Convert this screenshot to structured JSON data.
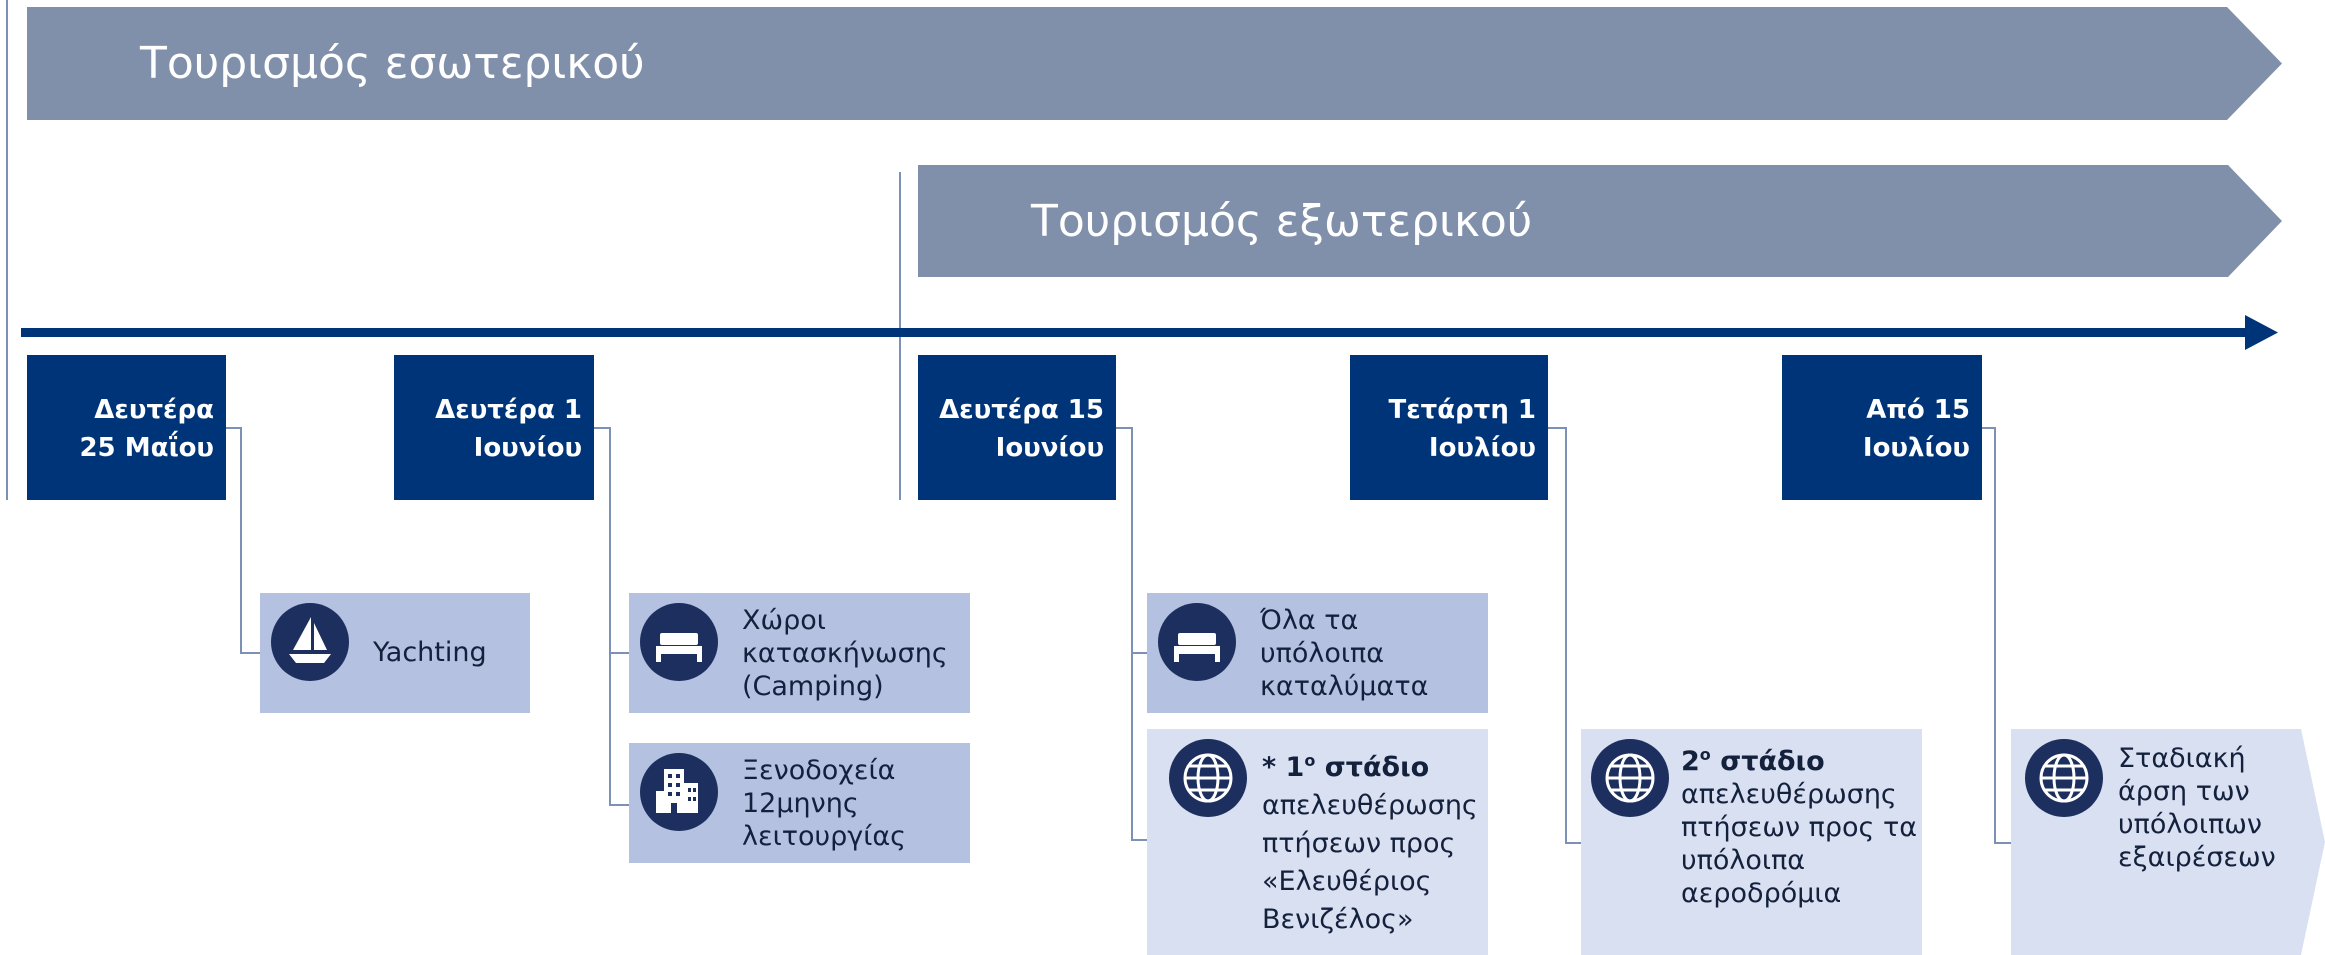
{
  "banners": {
    "domestic": "Τουρισμός εσωτερικού",
    "foreign": "Τουρισμός εξωτερικού"
  },
  "dates": [
    {
      "line1": "Δευτέρα",
      "line2": "25 Μαΐου"
    },
    {
      "line1": "Δευτέρα 1",
      "line2": "Ιουνίου"
    },
    {
      "line1": "Δευτέρα 15",
      "line2": "Ιουνίου"
    },
    {
      "line1": "Τετάρτη 1",
      "line2": "Ιουλίου"
    },
    {
      "line1": "Από 15",
      "line2": "Ιουλίου"
    }
  ],
  "cards": {
    "yachting": {
      "icon": "sailboat-icon",
      "lines": [
        "Yachting"
      ]
    },
    "camping": {
      "icon": "bed-icon",
      "lines": [
        "Χώροι",
        "κατασκήνωσης",
        "(Camping)"
      ]
    },
    "hotels": {
      "icon": "hotel-building-icon",
      "lines": [
        "Ξενοδοχεία",
        "12μηνης",
        "λειτουργίας"
      ]
    },
    "accommodation": {
      "icon": "bed-icon",
      "lines": [
        "Όλα τα",
        "υπόλοιπα",
        "καταλύματα"
      ]
    },
    "flights1": {
      "icon": "globe-icon",
      "title_prefix": "* 1",
      "title_sup": "ο",
      "title_suffix": " στάδιο",
      "lines": [
        "απελευθέρωσης",
        "πτήσεων προς",
        "«Ελευθέριος",
        "Βενιζέλος»"
      ]
    },
    "flights2": {
      "icon": "globe-icon",
      "title_prefix": "2",
      "title_sup": "ο",
      "title_suffix": " στάδιο",
      "lines": [
        "απελευθέρωσης",
        "πτήσεων προς τα",
        "υπόλοιπα",
        "αεροδρόμια"
      ]
    },
    "exceptions": {
      "icon": "globe-icon",
      "lines": [
        "Σταδιακή",
        "άρση των",
        "υπόλοιπων",
        "εξαιρέσεων"
      ]
    }
  },
  "colors": {
    "banner": "#8090ab",
    "timeline": "#003478",
    "date_box": "#003478",
    "card_dark": "#b4c1e0",
    "card_light": "#d9e0f1",
    "connector": "#7d90b5",
    "icon_bg": "#1d2f5f"
  }
}
